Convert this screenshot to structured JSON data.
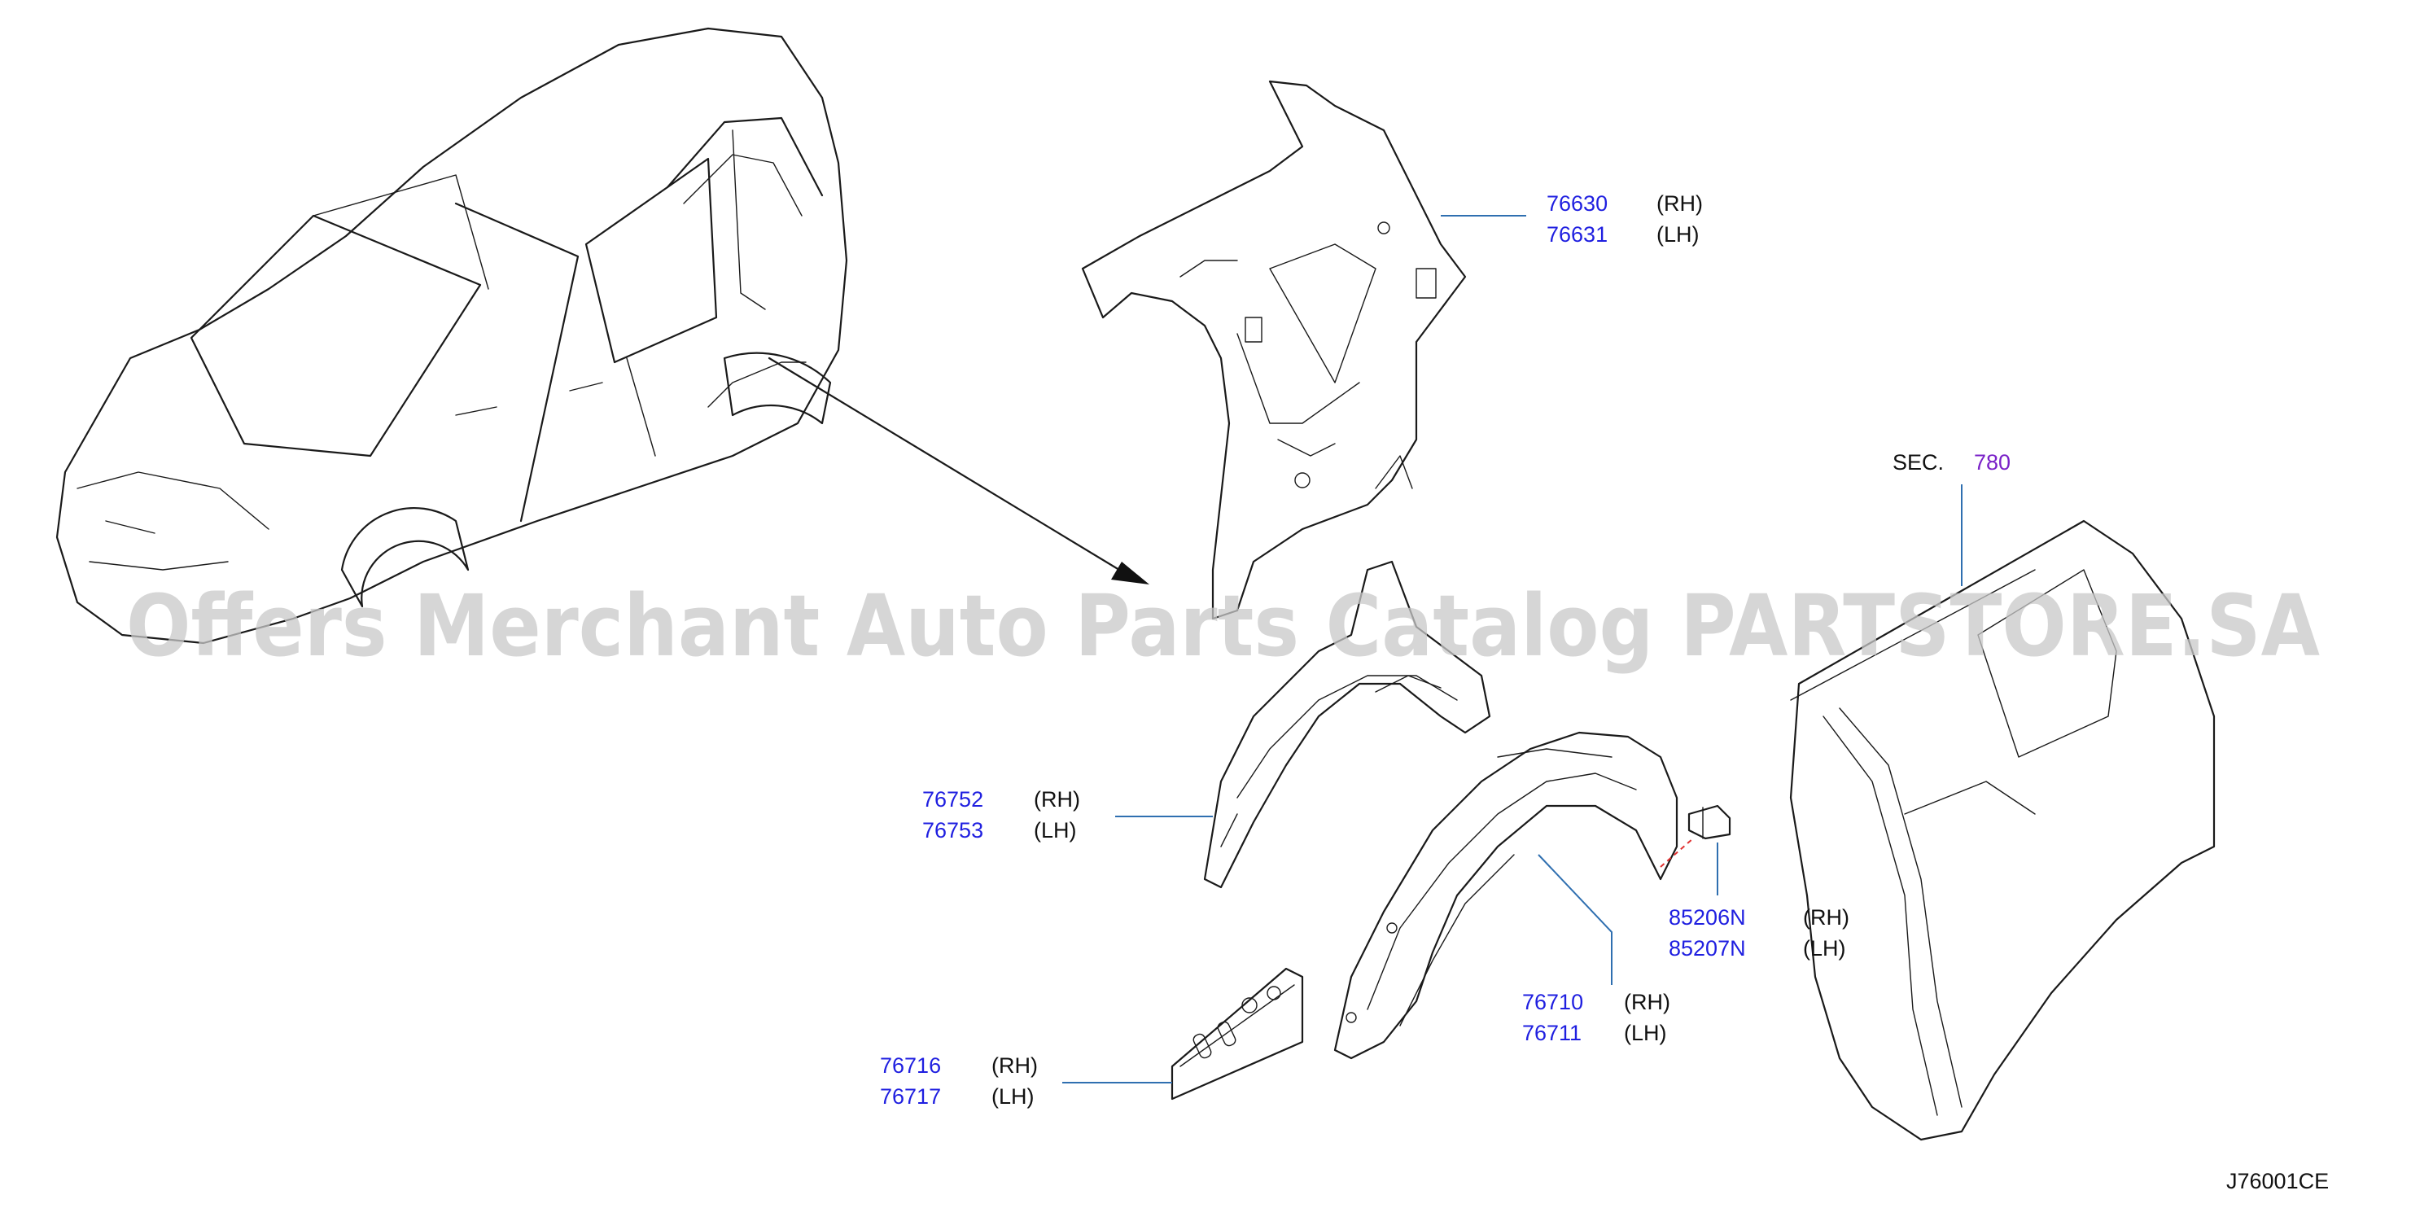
{
  "watermark": "Offers Merchant Auto Parts Catalog PARTSTORE.SA",
  "diagram_code": "J76001CE",
  "section_ref": {
    "prefix": "SEC.",
    "number": "780"
  },
  "callouts": [
    {
      "rh": "76630",
      "lh": "76631",
      "rh_side": "(RH)",
      "lh_side": "(LH)"
    },
    {
      "rh": "76752",
      "lh": "76753",
      "rh_side": "(RH)",
      "lh_side": "(LH)"
    },
    {
      "rh": "85206N",
      "lh": "85207N",
      "rh_side": "(RH)",
      "lh_side": "(LH)"
    },
    {
      "rh": "76710",
      "lh": "76711",
      "rh_side": "(RH)",
      "lh_side": "(LH)"
    },
    {
      "rh": "76716",
      "lh": "76717",
      "rh_side": "(RH)",
      "lh_side": "(LH)"
    }
  ],
  "colors": {
    "part_number": "#1f1fe0",
    "section": "#7a22c8",
    "leader": "#2f6fb0",
    "dashed_guide": "#e03030"
  }
}
